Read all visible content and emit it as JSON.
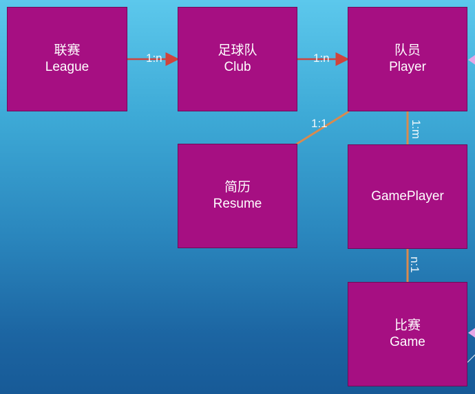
{
  "entities": {
    "league": {
      "zh": "联赛",
      "en": "League"
    },
    "club": {
      "zh": "足球队",
      "en": "Club"
    },
    "player": {
      "zh": "队员",
      "en": "Player"
    },
    "resume": {
      "zh": "简历",
      "en": "Resume"
    },
    "gameplayer": {
      "en": "GamePlayer"
    },
    "game": {
      "zh": "比赛",
      "en": "Game"
    }
  },
  "relations": {
    "league_club": "1:n",
    "club_player": "1:n",
    "player_resume": "1:1",
    "player_gameplayer": "1:m",
    "gameplayer_game": "n:1"
  },
  "colors": {
    "box_fill": "#a60f82",
    "arrow": "#d0433c",
    "connector": "#d98a4e",
    "edge_marker": "#e6a8e6"
  }
}
